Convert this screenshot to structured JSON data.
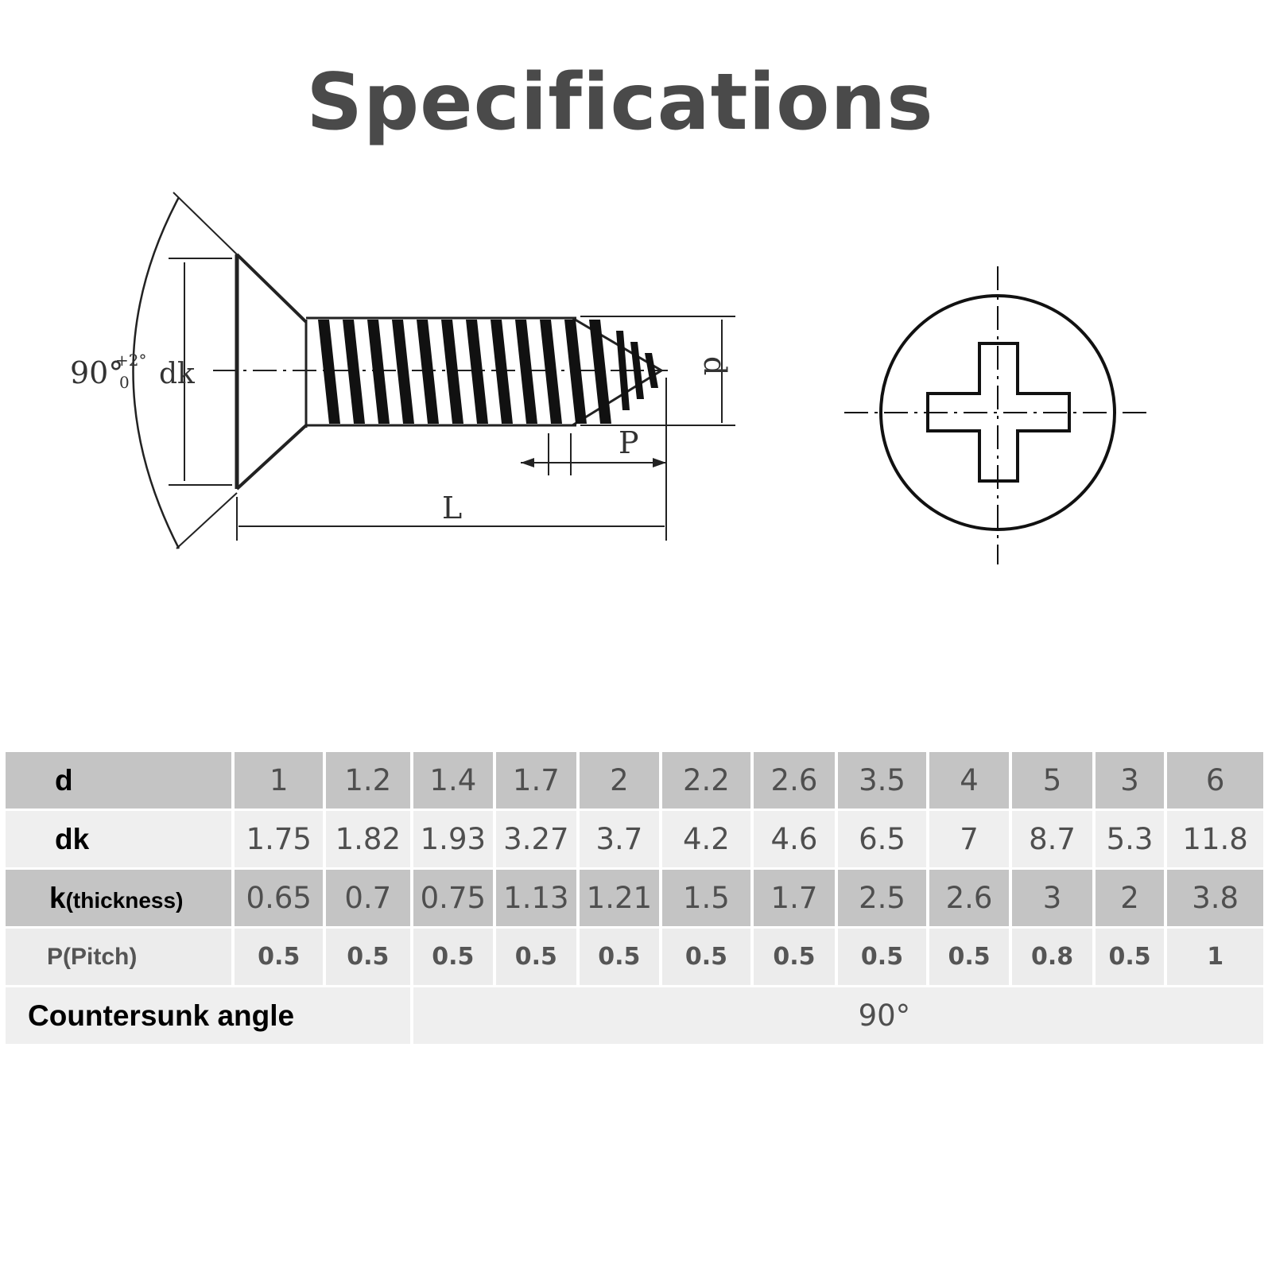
{
  "title": "Specifications",
  "diagram": {
    "angle_label": "90°",
    "tolerance_plus": "+2°",
    "tolerance_zero": "0",
    "dk_label": "dk",
    "d_label": "d",
    "p_label": "P",
    "l_label": "L"
  },
  "table": {
    "rows": [
      {
        "label": "d",
        "values": [
          "1",
          "1.2",
          "1.4",
          "1.7",
          "2",
          "2.2",
          "2.6",
          "3.5",
          "4",
          "5",
          "3",
          "6"
        ]
      },
      {
        "label": "dk",
        "values": [
          "1.75",
          "1.82",
          "1.93",
          "3.27",
          "3.7",
          "4.2",
          "4.6",
          "6.5",
          "7",
          "8.7",
          "5.3",
          "11.8"
        ]
      },
      {
        "label": "k",
        "label_suffix": "(thickness)",
        "values": [
          "0.65",
          "0.7",
          "0.75",
          "1.13",
          "1.21",
          "1.5",
          "1.7",
          "2.5",
          "2.6",
          "3",
          "2",
          "3.8"
        ]
      },
      {
        "label": "P(Pitch)",
        "values": [
          "0.5",
          "0.5",
          "0.5",
          "0.5",
          "0.5",
          "0.5",
          "0.5",
          "0.5",
          "0.5",
          "0.8",
          "0.5",
          "1"
        ]
      }
    ],
    "countersunk": {
      "label": "Countersunk angle",
      "value": "90°"
    }
  }
}
